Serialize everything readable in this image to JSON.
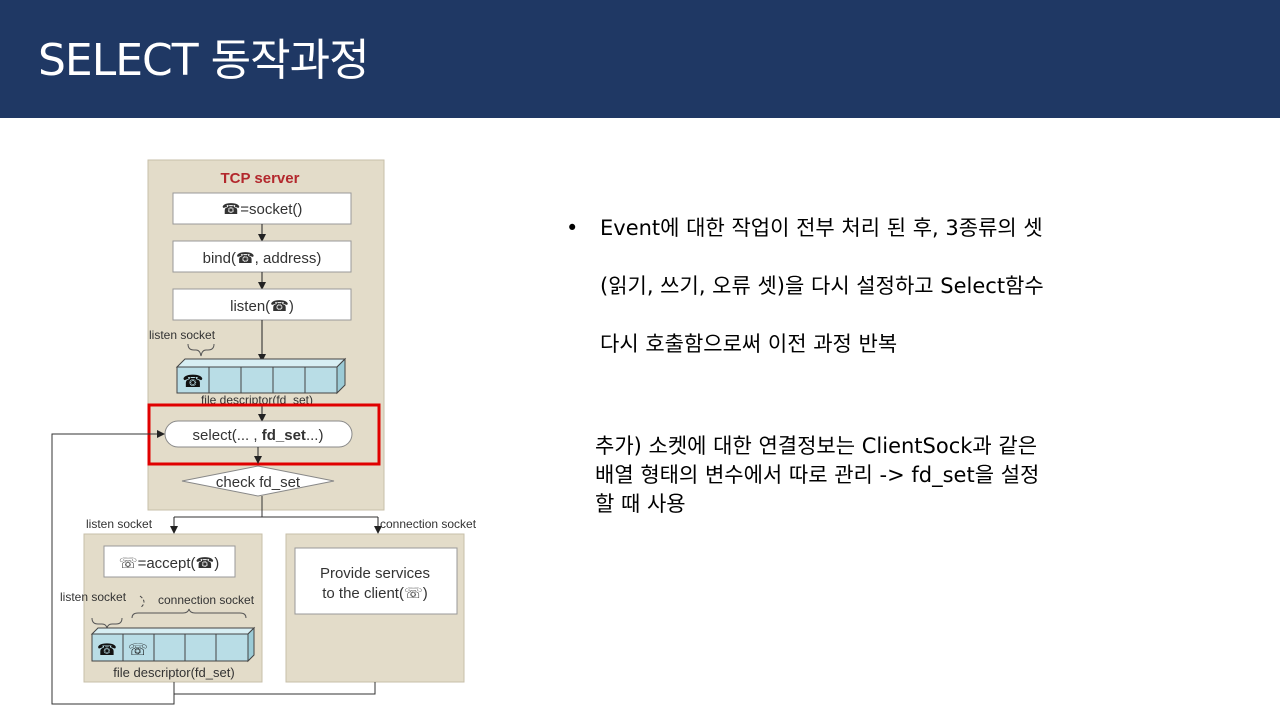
{
  "slide": {
    "title": "SELECT 동작과정"
  },
  "diagram": {
    "server_title": "TCP server",
    "socket_call": "=socket()",
    "bind_call": "bind(",
    "bind_call_suffix": ", address)",
    "listen_call": "listen(",
    "listen_call_suffix": ")",
    "listen_socket_label": "listen socket",
    "fd_set_label_top": "file descriptor(fd_set)",
    "select_call_prefix": "select(... ,",
    "select_call_bold": "fd_set",
    "select_call_suffix": "...)",
    "check_label": "check fd_set",
    "branch_left": "listen socket",
    "branch_right": "connection socket",
    "accept_call": "=accept(",
    "accept_call_suffix": ")",
    "inner_listen_label": "listen socket",
    "inner_connection_label": "connection socket",
    "fd_set_label_bottom": "file descriptor(fd_set)",
    "provide_line1": "Provide services",
    "provide_line2": "to the client(",
    "provide_line2_suffix": ")",
    "phone_glyph": "☎",
    "phone_glyph_outline": "☏",
    "highlight_color": "#e00000"
  },
  "bullet": {
    "line1": "Event에 대한 작업이 전부 처리 된 후, 3종류의 셋",
    "line2": "(읽기, 쓰기, 오류 셋)을 다시 설정하고 Select함수",
    "line3": "다시 호출함으로써 이전 과정 반복"
  },
  "note": {
    "line1": "추가) 소켓에 대한 연결정보는 ClientSock과 같은",
    "line2": "배열 형태의 변수에서 따로 관리 -> fd_set을 설정",
    "line3": "할 때 사용"
  },
  "colors": {
    "title_bar": "#1f3864",
    "panel": "#e3dcc9",
    "cell": "#b9dde6"
  }
}
